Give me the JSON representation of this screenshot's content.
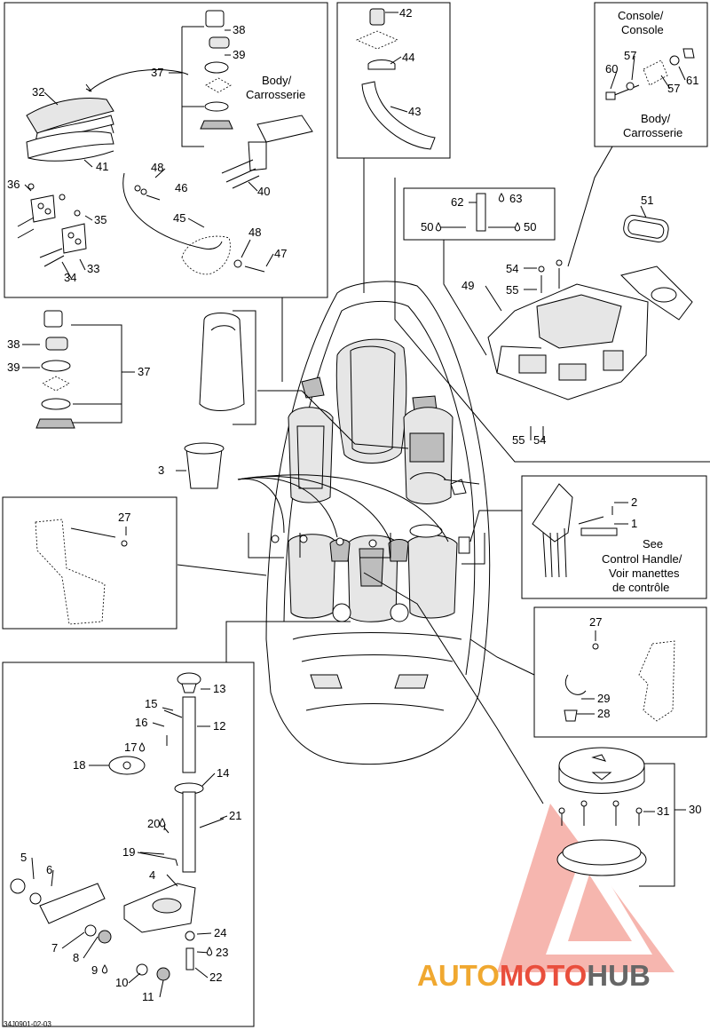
{
  "callouts": {
    "n1": "1",
    "n2": "2",
    "n3": "3",
    "n4": "4",
    "n5": "5",
    "n6": "6",
    "n7": "7",
    "n8": "8",
    "n9": "9",
    "n10": "10",
    "n11": "11",
    "n12": "12",
    "n13": "13",
    "n14": "14",
    "n15": "15",
    "n16": "16",
    "n17": "17",
    "n18": "18",
    "n19": "19",
    "n20": "20",
    "n21": "21",
    "n22": "22",
    "n23": "23",
    "n24": "24",
    "n27a": "27",
    "n27b": "27",
    "n28": "28",
    "n29": "29",
    "n30": "30",
    "n31": "31",
    "n32": "32",
    "n33": "33",
    "n34": "34",
    "n35": "35",
    "n36": "36",
    "n37a": "37",
    "n37b": "37",
    "n38a": "38",
    "n38b": "38",
    "n39a": "39",
    "n39b": "39",
    "n40": "40",
    "n41": "41",
    "n42": "42",
    "n43": "43",
    "n44": "44",
    "n45": "45",
    "n46": "46",
    "n47": "47",
    "n48a": "48",
    "n48b": "48",
    "n49": "49",
    "n50a": "50",
    "n50b": "50",
    "n51": "51",
    "n54a": "54",
    "n54b": "54",
    "n55a": "55",
    "n55b": "55",
    "n57a": "57",
    "n57b": "57",
    "n60": "60",
    "n61": "61",
    "n62": "62",
    "n63": "63"
  },
  "texts": {
    "body_line1": "Body/",
    "body_line2": "Carrosserie",
    "console_line1": "Console/",
    "console_line2": "Console",
    "body2_line1": "Body/",
    "body2_line2": "Carrosserie",
    "see_line1": "See",
    "see_line2": "Control Handle/",
    "see_line3": "Voir manettes",
    "see_line4": "de contrôle",
    "drawing_code": "34J0901-02-03"
  },
  "watermark": {
    "part1": "AUTO",
    "part2": "MOTO",
    "part3": "HUB",
    "colors": {
      "auto": "#f0a830",
      "moto": "#e94e3c",
      "hub": "#666666",
      "triangle": "#e94e3c"
    }
  }
}
